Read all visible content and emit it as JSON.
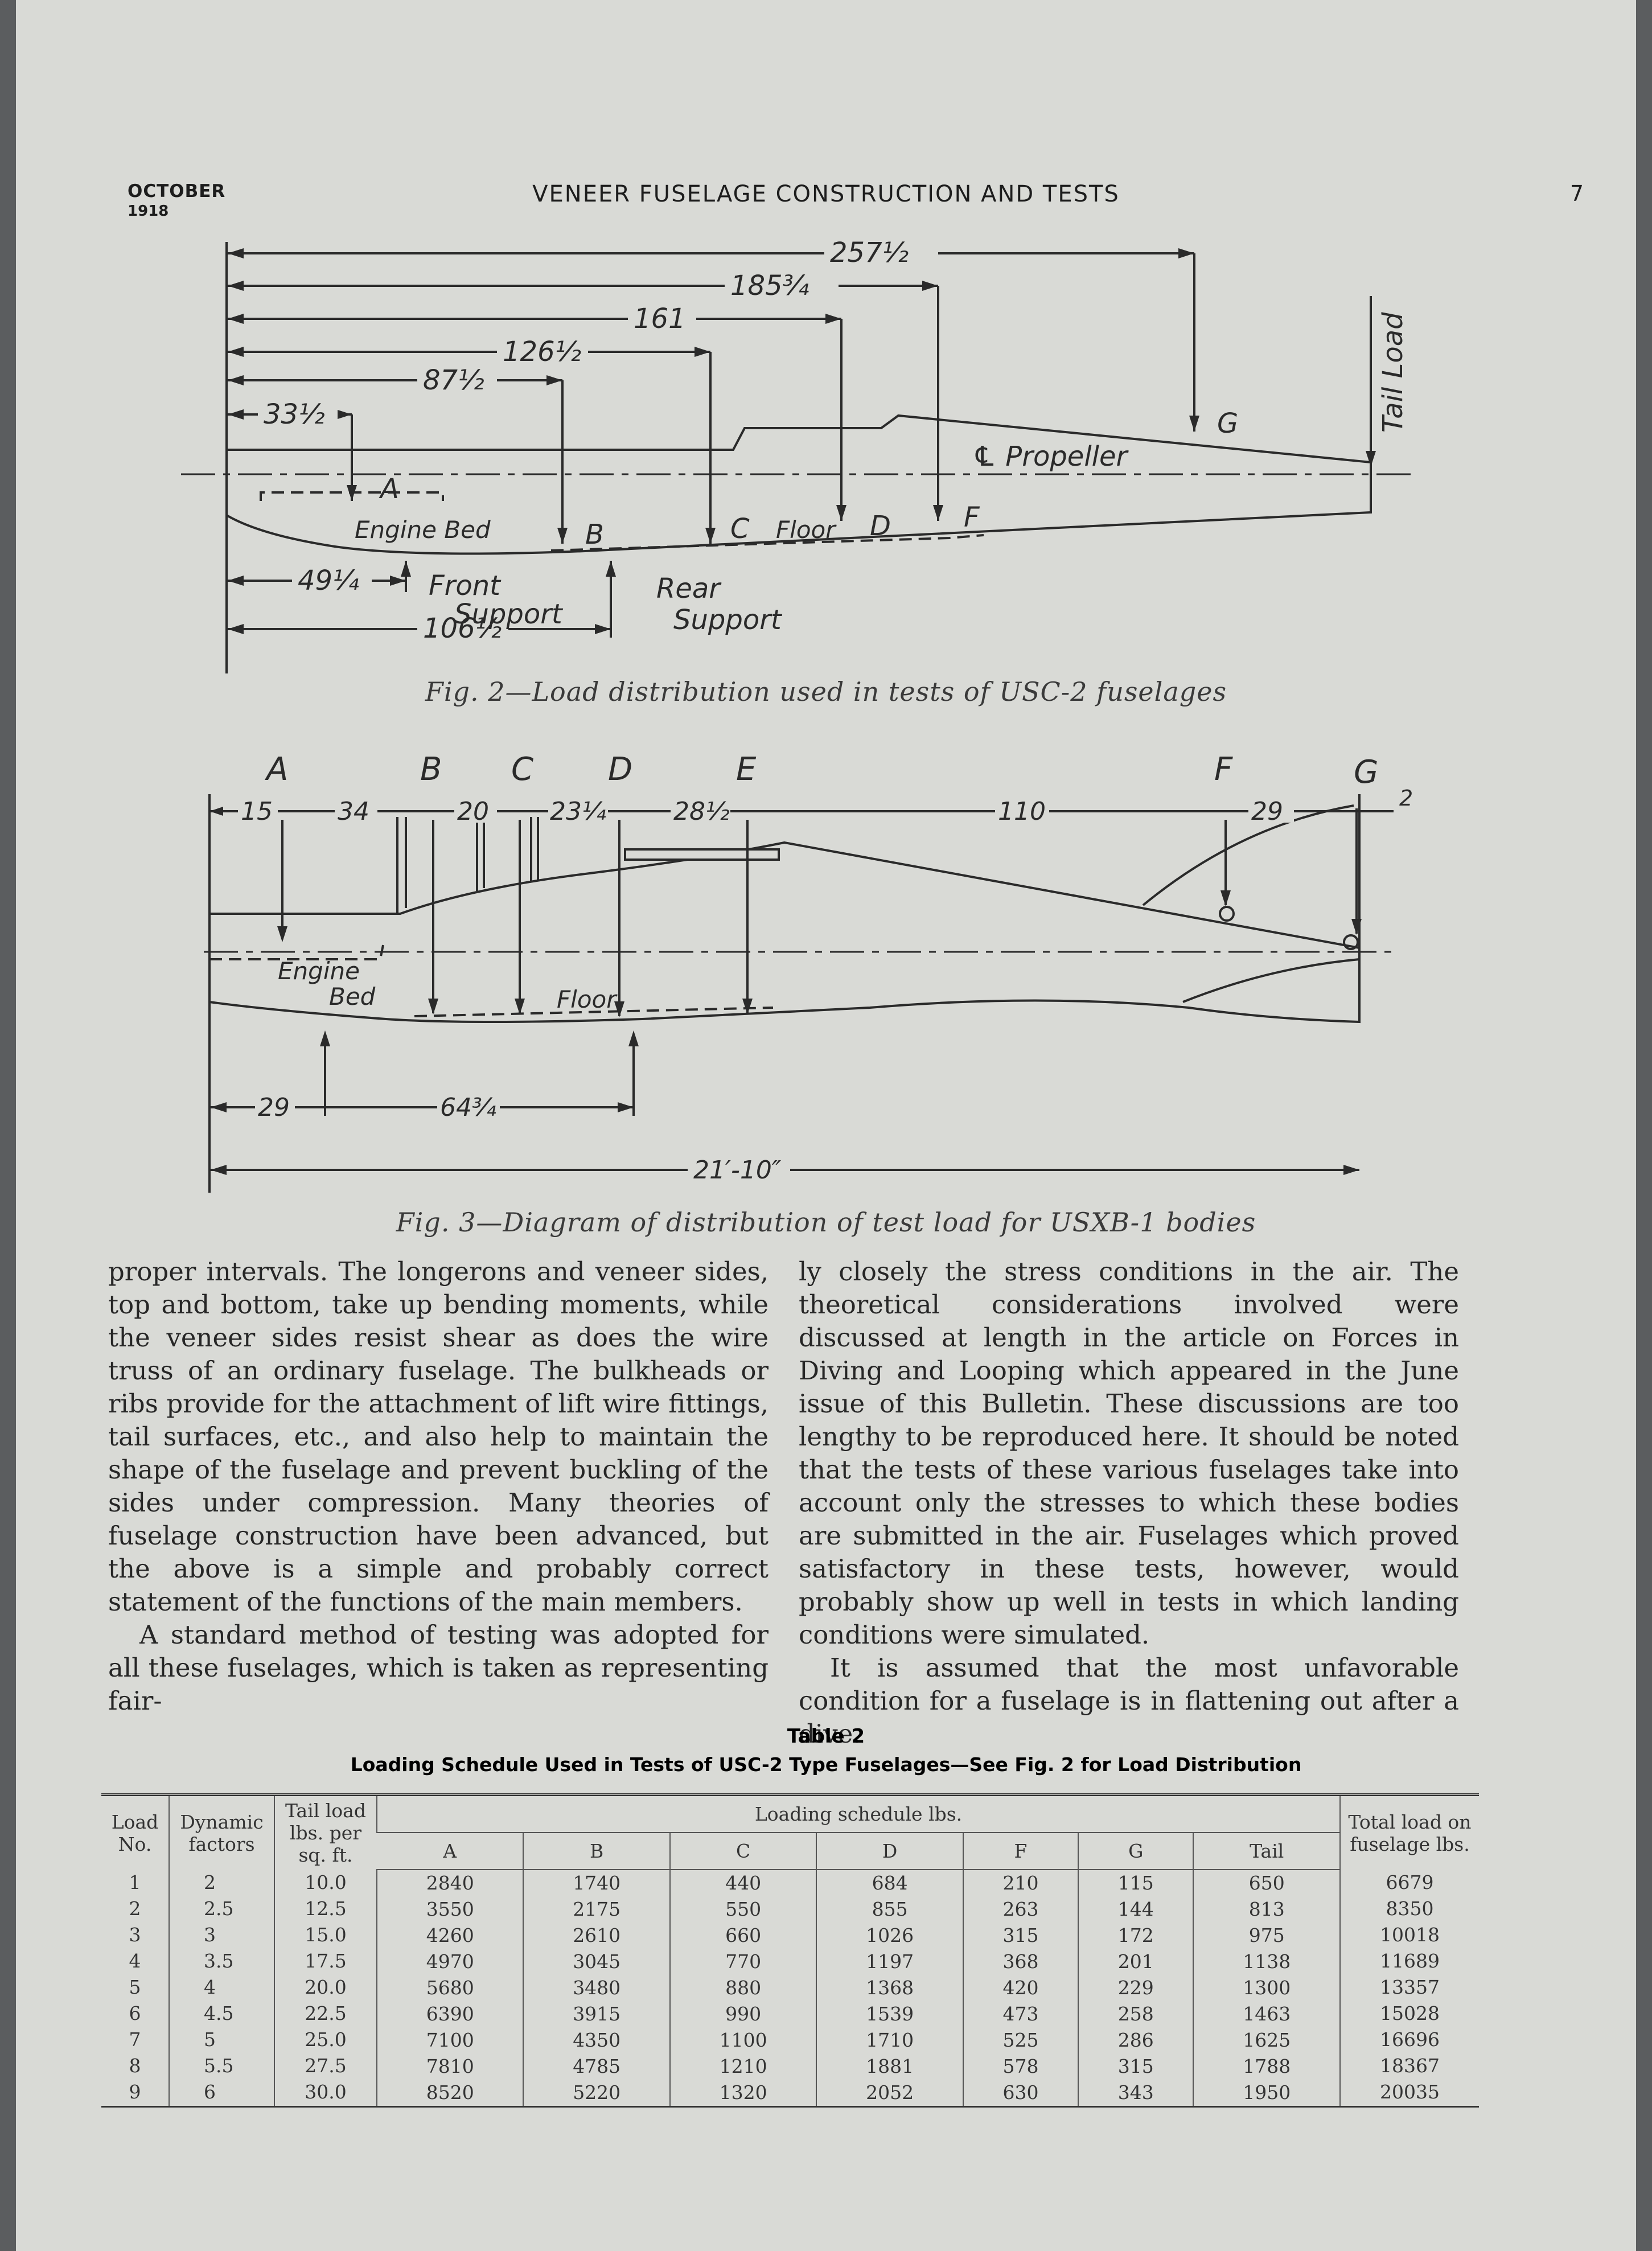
{
  "header": {
    "month": "OCTOBER",
    "year": "1918",
    "title": "VENEER FUSELAGE CONSTRUCTION AND TESTS",
    "page_number": "7"
  },
  "fig2": {
    "caption": "Fig. 2—Load distribution used in tests of USC-2 fuselages",
    "dims": {
      "d257": "257½",
      "d185": "185¾",
      "d161": "161",
      "d126": "126½",
      "d87": "87½",
      "d33": "33½",
      "d49": "49¼",
      "d106": "106½"
    },
    "labels": {
      "a": "A",
      "b": "B",
      "c": "C",
      "d": "D",
      "f": "F",
      "g": "G",
      "tail_load": "Tail Load",
      "propeller": "℄ Propeller",
      "engine_bed": "Engine Bed",
      "floor": "Floor",
      "front_support_1": "Front",
      "front_support_2": "Support",
      "rear_support_1": "Rear",
      "rear_support_2": "Support"
    }
  },
  "fig3": {
    "caption": "Fig. 3—Diagram of distribution of test load for USXB-1 bodies",
    "letters": {
      "a": "A",
      "b": "B",
      "c": "C",
      "d": "D",
      "e": "E",
      "f": "F",
      "g": "G"
    },
    "dims": {
      "d15": "15",
      "d34": "34",
      "d20": "20",
      "d23": "23¼",
      "d28": "28½",
      "d110": "110",
      "d29": "29",
      "d2": "2",
      "d29b": "29",
      "d64": "64¾",
      "overall": "21′-10″"
    },
    "labels": {
      "engine_1": "Engine",
      "engine_2": "Bed",
      "floor": "Floor"
    }
  },
  "body": {
    "col1_p1": "proper intervals. The longerons and veneer sides, top and bottom, take up bending moments, while the veneer sides resist shear as does the wire truss of an ordinary fuselage. The bulkheads or ribs provide for the attachment of lift wire fittings, tail surfaces, etc., and also help to maintain the shape of the fuselage and prevent buckling of the sides under compression. Many theories of fuselage construction have been advanced, but the above is a simple and probably correct statement of the functions of the main members.",
    "col1_p2": "A standard method of testing was adopted for all these fuselages, which is taken as representing fair-",
    "col2_p1": "ly closely the stress conditions in the air. The theoretical considerations involved were discussed at length in the article on Forces in Diving and Looping which appeared in the June issue of this Bulletin. These discussions are too lengthy to be reproduced here. It should be noted that the tests of these various fuselages take into account only the stresses to which these bodies are submitted in the air. Fuselages which proved satisfactory in these tests, however, would probably show up well in tests in which landing conditions were simulated.",
    "col2_p2": "It is assumed that the most unfavorable condition for a fuselage is in flattening out after a dive."
  },
  "table": {
    "number": "Table 2",
    "title": "Loading Schedule Used in Tests of USC-2 Type Fuselages—See Fig. 2 for Load Distribution",
    "headers": {
      "load_no": "Load No.",
      "dynamic": "Dynamic factors",
      "tail_load": "Tail load lbs. per sq. ft.",
      "schedule": "Loading schedule lbs.",
      "total": "Total load on fuselage lbs.",
      "a": "A",
      "b": "B",
      "c": "C",
      "d": "D",
      "f": "F",
      "g": "G",
      "tail": "Tail"
    },
    "columns": {
      "load_no": "1\n2\n3\n4\n5\n6\n7\n8\n9",
      "dynamic": "2\n2.5\n3\n3.5\n4\n4.5\n5\n5.5\n6",
      "tail_load": "10.0\n12.5\n15.0\n17.5\n20.0\n22.5\n25.0\n27.5\n30.0",
      "a": "2840\n3550\n4260\n4970\n5680\n6390\n7100\n7810\n8520",
      "b": "1740\n2175\n2610\n3045\n3480\n3915\n4350\n4785\n5220",
      "c": "440\n550\n660\n770\n880\n990\n1100\n1210\n1320",
      "d": "684\n855\n1026\n1197\n1368\n1539\n1710\n1881\n2052",
      "f": "210\n263\n315\n368\n420\n473\n525\n578\n630",
      "g": "115\n144\n172\n201\n229\n258\n286\n315\n343",
      "tail": "650\n813\n975\n1138\n1300\n1463\n1625\n1788\n1950",
      "total": "6679\n8350\n10018\n11689\n13357\n15028\n16696\n18367\n20035"
    }
  }
}
